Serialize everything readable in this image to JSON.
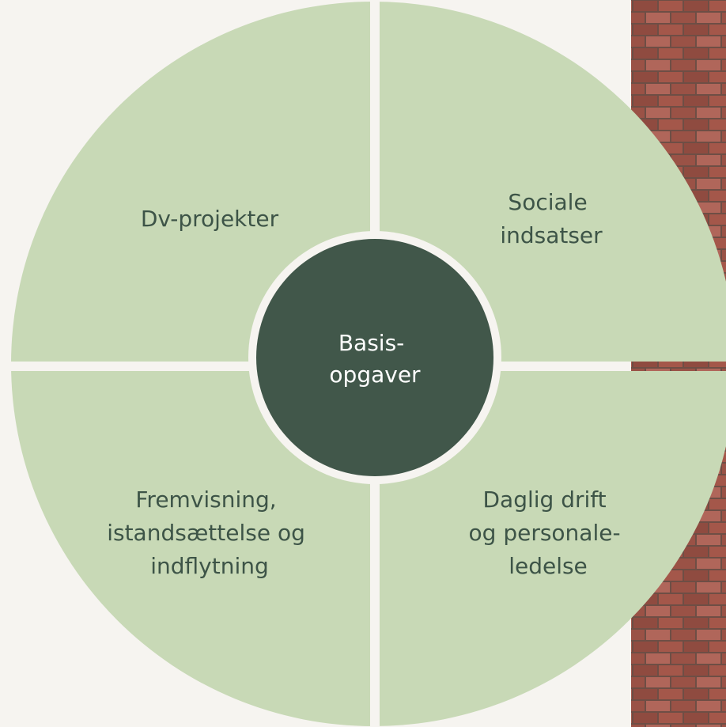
{
  "diagram": {
    "center": {
      "lines": [
        "Basis-",
        "opgaver"
      ]
    },
    "quadrants": [
      {
        "id": "top-left",
        "lines": [
          "Dv-projekter"
        ]
      },
      {
        "id": "top-right",
        "lines": [
          "Sociale",
          "indsatser"
        ]
      },
      {
        "id": "bottom-left",
        "lines": [
          "Fremvisning,",
          "istandsættelse og",
          "indflytning"
        ]
      },
      {
        "id": "bottom-right",
        "lines": [
          "Daglig drift",
          "og personale-",
          "ledelse"
        ]
      }
    ]
  },
  "colors": {
    "background": "#f6f4f0",
    "quadrant_fill": "#c8d9b6",
    "center_fill": "#41574a",
    "divider": "#f6f4f0",
    "text_dark": "#3d5447",
    "text_light": "#ffffff"
  }
}
